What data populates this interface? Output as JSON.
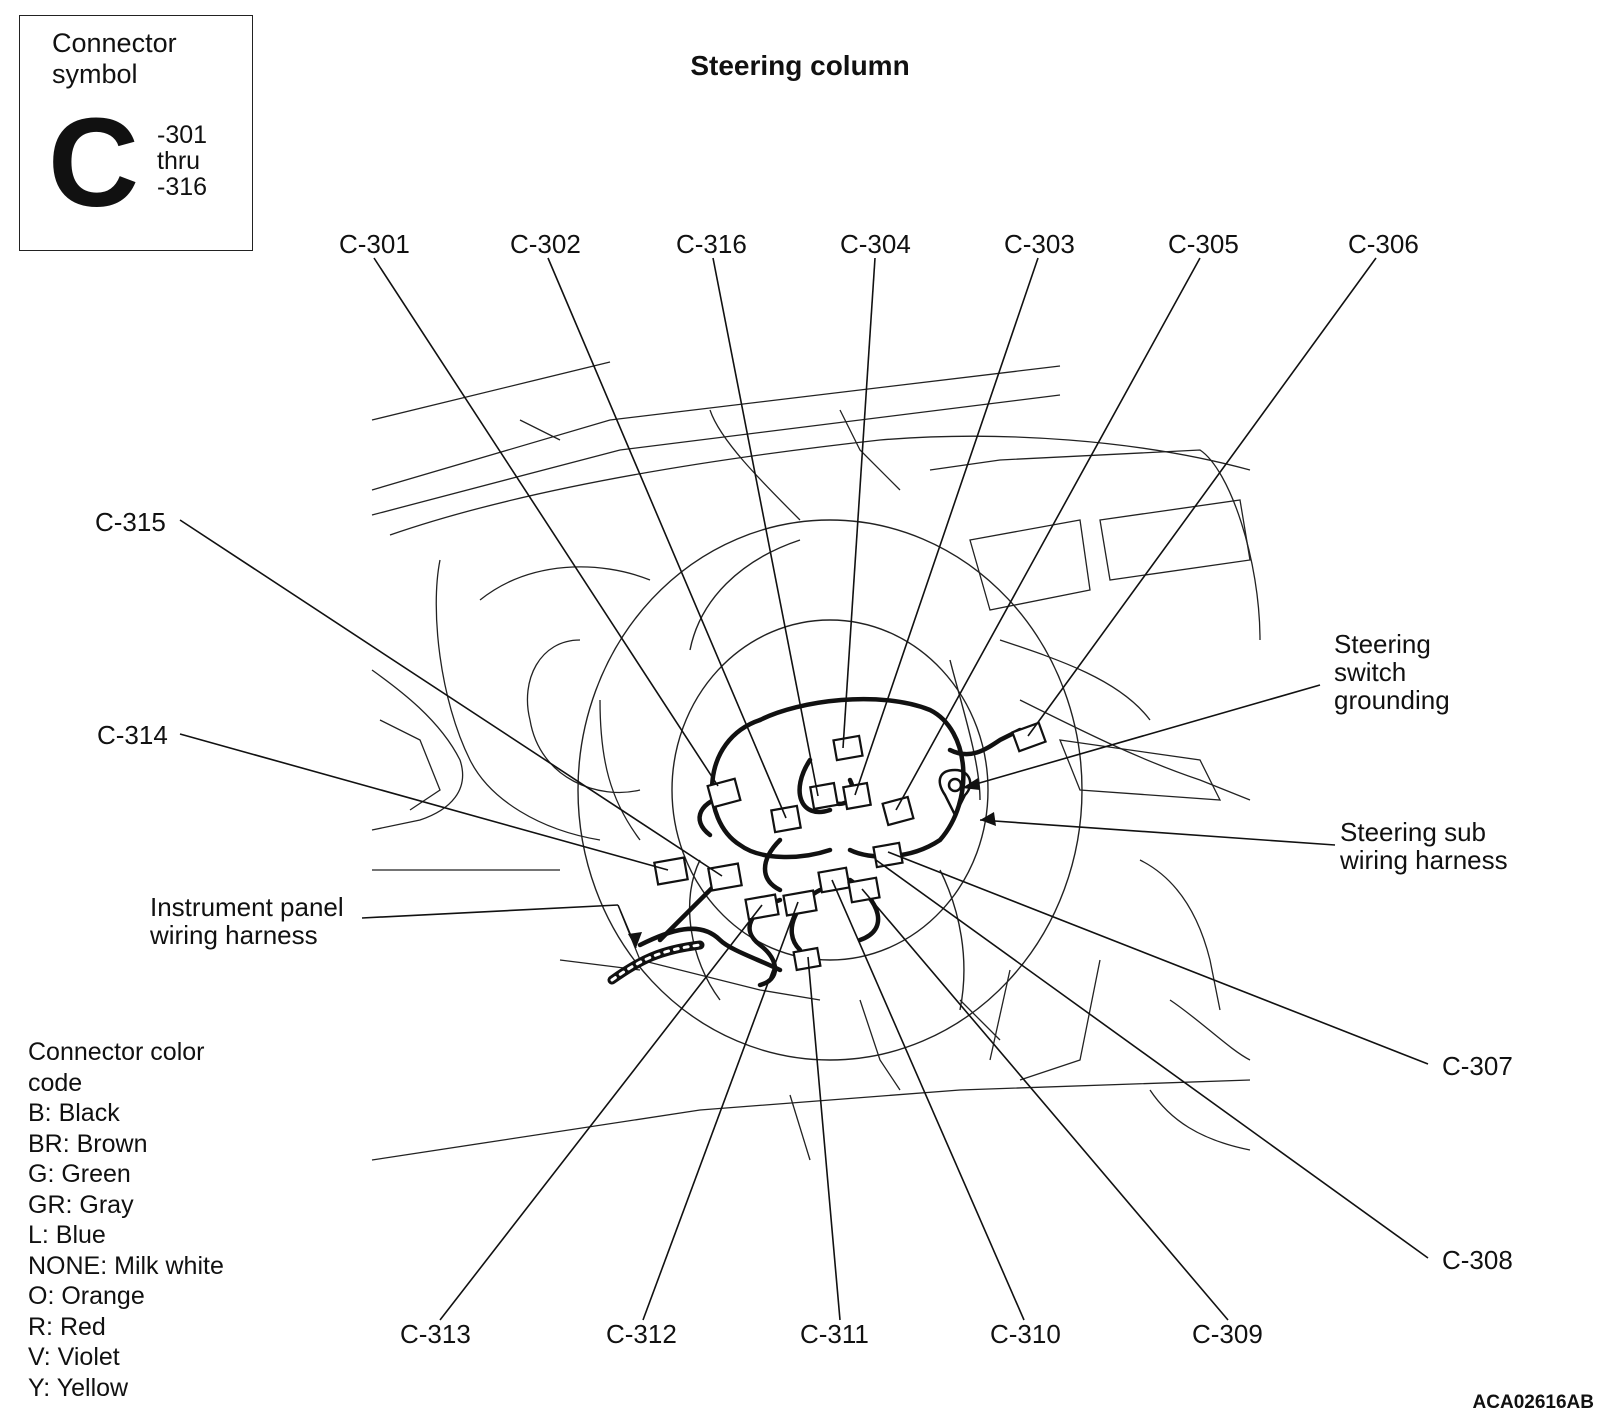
{
  "symbol_box": {
    "caption_line1": "Connector",
    "caption_line2": "symbol",
    "letter": "C",
    "range_from": "-301",
    "range_word": "thru",
    "range_to": "-316"
  },
  "title": "Steering column",
  "connectors": {
    "c301": "C-301",
    "c302": "C-302",
    "c316": "C-316",
    "c304": "C-304",
    "c303": "C-303",
    "c305": "C-305",
    "c306": "C-306",
    "c315": "C-315",
    "c314": "C-314",
    "c307": "C-307",
    "c308": "C-308",
    "c313": "C-313",
    "c312": "C-312",
    "c311": "C-311",
    "c310": "C-310",
    "c309": "C-309"
  },
  "callouts": {
    "grounding_1": "Steering",
    "grounding_2": "switch",
    "grounding_3": "grounding",
    "sub_harness_1": "Steering sub",
    "sub_harness_2": "wiring harness",
    "ip_harness_1": "Instrument panel",
    "ip_harness_2": "wiring harness"
  },
  "legend": {
    "heading_1": "Connector color",
    "heading_2": "code",
    "items": [
      "B: Black",
      "BR: Brown",
      "G: Green",
      "GR: Gray",
      "L: Blue",
      "NONE: Milk white",
      "O: Orange",
      "R: Red",
      "V: Violet",
      "Y: Yellow"
    ]
  },
  "figure_id": "ACA02616AB",
  "colors": {
    "ink": "#111111",
    "background": "#ffffff"
  }
}
